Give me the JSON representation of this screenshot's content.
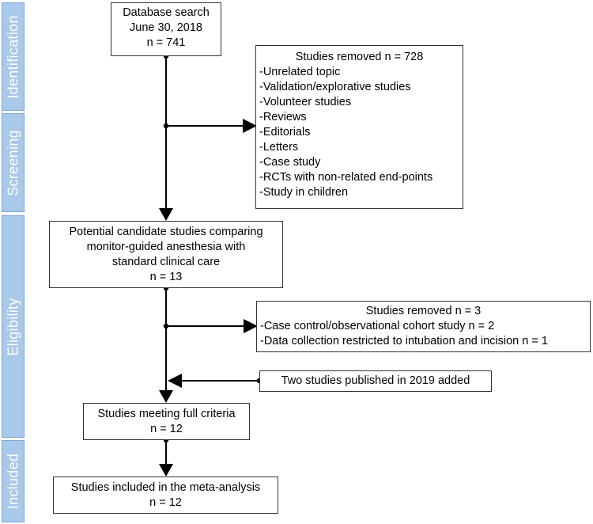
{
  "phases": {
    "identification": "Identification",
    "screening": "Screening",
    "eligibility": "Eligibility",
    "included": "Included"
  },
  "boxes": {
    "database_search": [
      "Database search",
      "June 30, 2018",
      "n = 741"
    ],
    "removed_1": {
      "title": "Studies removed n = 728",
      "items": [
        "-Unrelated topic",
        "-Validation/explorative studies",
        "-Volunteer studies",
        "-Reviews",
        "-Editorials",
        "-Letters",
        "-Case study",
        "-RCTs with non-related end-points",
        "-Study in children"
      ]
    },
    "candidates": [
      "Potential candidate studies comparing",
      "monitor-guided anesthesia with",
      "standard clinical care",
      "n = 13"
    ],
    "removed_2": {
      "title": "Studies removed n = 3",
      "items": [
        "-Case control/observational cohort study n = 2",
        "-Data collection restricted to intubation and incision n = 1"
      ]
    },
    "added": "Two studies published in 2019 added",
    "full_criteria": [
      "Studies meeting full criteria",
      "n = 12"
    ],
    "included": [
      "Studies included in the meta-analysis",
      "n = 12"
    ]
  }
}
